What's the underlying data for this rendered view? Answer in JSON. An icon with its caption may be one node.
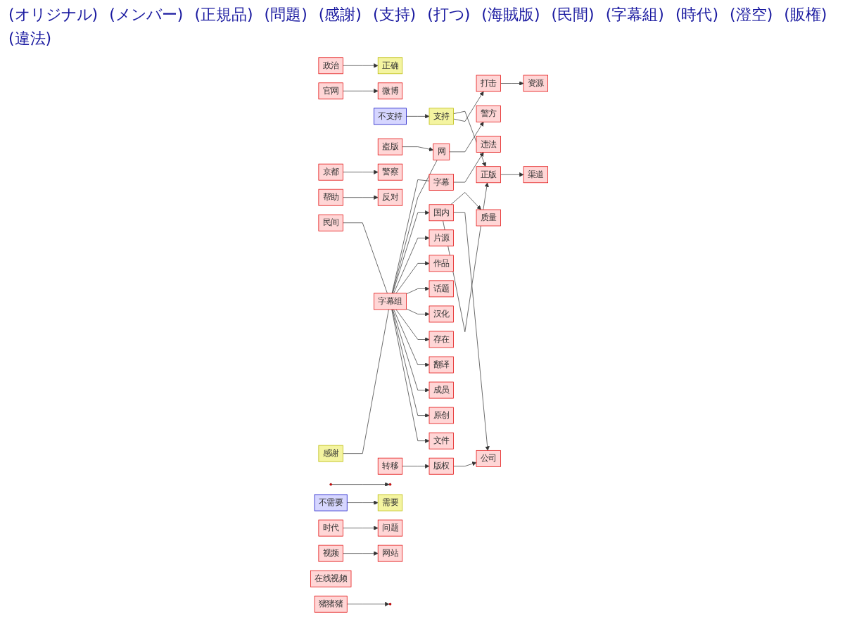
{
  "diagram": {
    "nodes": [
      {
        "text": [
          "原创"
        ]
      },
      {
        "text": [
          "文件"
        ]
      },
      {
        "text": [
          "正确"
        ]
      },
      {
        "text": [
          "政治"
        ]
      },
      {
        "text": [
          "微博"
        ]
      },
      {
        "text": [
          "官网"
        ]
      },
      {
        "text": [
          "资源"
        ]
      },
      {
        "text": [
          "成员"
        ]
      },
      {
        "text": [
          "渠道"
        ]
      },
      {
        "text": [
          "正版"
        ]
      },
      {
        "text": [
          "感谢"
        ]
      },
      {
        "text": [
          "不支持"
        ]
      },
      {
        "text": [
          "支持"
        ]
      },
      {
        "text": [
          "打击"
        ]
      },
      {
        "text": [
          "盗版"
        ]
      },
      {
        "text": [
          "京都"
        ]
      },
      {
        "text": [
          "警察"
        ]
      },
      {
        "text": [
          "公司"
        ]
      },
      {
        "text": [
          "国内"
        ]
      },
      {
        "text": [
          "字幕"
        ]
      },
      {
        "text": [
          "帮助"
        ]
      },
      {
        "text": [
          "反对"
        ]
      },
      {
        "text": [
          "民间"
        ]
      },
      {
        "text": [
          "字幕组"
        ]
      },
      {
        "text": [
          "时代"
        ]
      },
      {
        "text": [
          "翻译"
        ]
      },
      {
        "text": [
          "存在"
        ]
      },
      {
        "text": [
          "汉化"
        ]
      },
      {
        "text": [
          "版权"
        ]
      },
      {
        "text": [
          "转移"
        ]
      },
      {
        "text": [
          "作品"
        ]
      },
      {
        "text": [
          "网"
        ]
      },
      {
        "text": [],
        "shape": "circle"
      },
      {
        "text": [],
        "shape": "circle"
      },
      {
        "text": [
          "不需要"
        ]
      },
      {
        "text": [
          "需要"
        ]
      },
      {
        "text": [
          "警方"
        ]
      },
      {
        "text": [
          "话题"
        ]
      },
      {
        "text": [
          "质量"
        ]
      },
      {
        "text": [
          "违法"
        ]
      },
      {
        "text": [
          "问题"
        ]
      },
      {
        "text": [
          "视频"
        ]
      },
      {
        "text": [
          "在线视频"
        ]
      },
      {
        "text": [
          "网站"
        ]
      },
      {
        "text": [
          "片源"
        ]
      },
      {
        "text": [
          "猪猪猪"
        ]
      },
      {
        "text": [],
        "shape": "circle"
      }
    ],
    "edges": [
      {
        "from": 23,
        "to": 1,
        "arrow": "to"
      },
      {
        "from": 23,
        "to": 0,
        "arrow": "to"
      },
      {
        "from": 3,
        "to": 2,
        "arrow": "to"
      },
      {
        "from": 5,
        "to": 4,
        "arrow": "to"
      },
      {
        "from": 13,
        "to": 6,
        "arrow": "to"
      },
      {
        "from": 12,
        "to": 13,
        "arrow": "to"
      },
      {
        "from": 14,
        "to": 31,
        "arrow": "to"
      },
      {
        "from": 12,
        "to": 9,
        "arrow": "to"
      },
      {
        "from": 10,
        "to": 23,
        "arrow": "none"
      },
      {
        "from": 11,
        "to": 12,
        "arrow": "to"
      },
      {
        "from": 23,
        "to": 7,
        "arrow": "to"
      },
      {
        "from": 18,
        "to": 9,
        "arrow": "to"
      },
      {
        "from": 18,
        "to": 17,
        "arrow": "to"
      },
      {
        "from": 28,
        "to": 17,
        "arrow": "to"
      },
      {
        "from": 20,
        "to": 21,
        "arrow": "to"
      },
      {
        "from": 24,
        "to": 40,
        "arrow": "to"
      },
      {
        "from": 23,
        "to": 25,
        "arrow": "to"
      },
      {
        "from": 23,
        "to": 26,
        "arrow": "to"
      },
      {
        "from": 23,
        "to": 27,
        "arrow": "to"
      },
      {
        "from": 29,
        "to": 28,
        "arrow": "to"
      },
      {
        "from": 18,
        "to": 38,
        "arrow": "to"
      },
      {
        "from": 23,
        "to": 37,
        "arrow": "to"
      },
      {
        "from": 19,
        "to": 39,
        "arrow": "to"
      },
      {
        "from": 23,
        "to": 30,
        "arrow": "to"
      },
      {
        "from": 32,
        "to": 33,
        "arrow": "to"
      },
      {
        "from": 34,
        "to": 35,
        "arrow": "to"
      },
      {
        "from": 31,
        "to": 36,
        "arrow": "to"
      },
      {
        "from": 23,
        "to": 44,
        "arrow": "to"
      },
      {
        "from": 41,
        "to": 43,
        "arrow": "to"
      },
      {
        "from": 45,
        "to": 46,
        "arrow": "to"
      },
      {
        "from": 15,
        "to": 16,
        "arrow": "to"
      },
      {
        "from": 23,
        "to": 18,
        "arrow": "to"
      },
      {
        "from": 22,
        "to": 23,
        "arrow": "none"
      },
      {
        "from": 9,
        "to": 8,
        "arrow": "to"
      },
      {
        "from": 23,
        "to": 31,
        "arrow": "none"
      },
      {
        "from": 23,
        "to": 19,
        "arrow": "none"
      }
    ],
    "labels": [
      "(オリジナル)",
      "(メンバー)",
      "(正規品)",
      "(問題)",
      "(感謝)",
      "(支持)",
      "(打つ)",
      "(海賊版)",
      "(民間)",
      "(字幕組)",
      "(時代)",
      "(澄空)",
      "(販権)",
      "(違法)"
    ]
  }
}
